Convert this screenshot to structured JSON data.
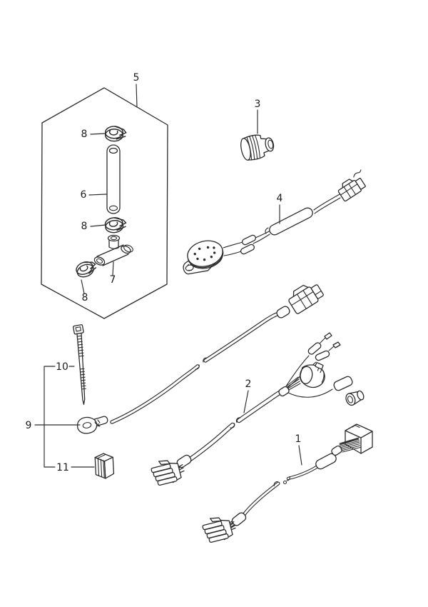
{
  "figure": {
    "bg_color": "#ffffff",
    "line_color": "#2b2b2b",
    "callouts": {
      "n1": "1",
      "n2": "2",
      "n3": "3",
      "n4": "4",
      "n5": "5",
      "n6": "6",
      "n7": "7",
      "n8_top": "8",
      "n8_mid": "8",
      "n8_bottom": "8",
      "n9": "9",
      "n10": "10",
      "n11": "11"
    }
  }
}
